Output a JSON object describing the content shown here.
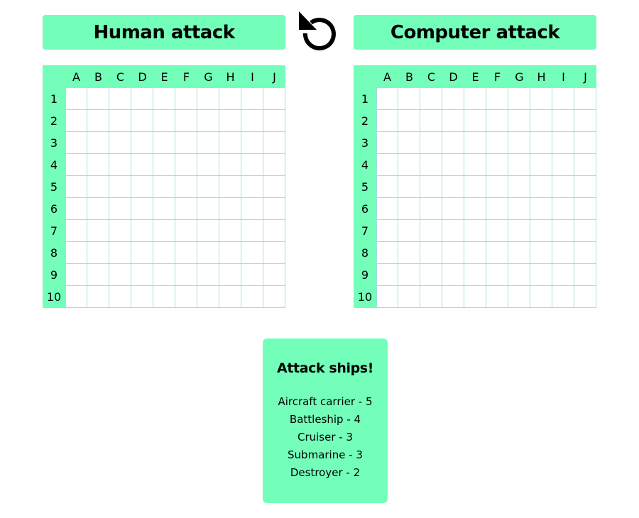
{
  "human_panel": {
    "title": "Human attack"
  },
  "computer_panel": {
    "title": "Computer attack"
  },
  "restart": {
    "icon": "rotate-counterclockwise-icon"
  },
  "board": {
    "columns": [
      "A",
      "B",
      "C",
      "D",
      "E",
      "F",
      "G",
      "H",
      "I",
      "J"
    ],
    "rows": [
      "1",
      "2",
      "3",
      "4",
      "5",
      "6",
      "7",
      "8",
      "9",
      "10"
    ]
  },
  "info": {
    "title": "Attack ships!",
    "ships": [
      "Aircraft carrier - 5",
      "Battleship - 4",
      "Cruiser - 3",
      "Submarine - 3",
      "Destroyer - 2"
    ]
  },
  "colors": {
    "accent": "#73ffb9",
    "grid_line": "#a3dce2",
    "cell": "#ffffff"
  }
}
